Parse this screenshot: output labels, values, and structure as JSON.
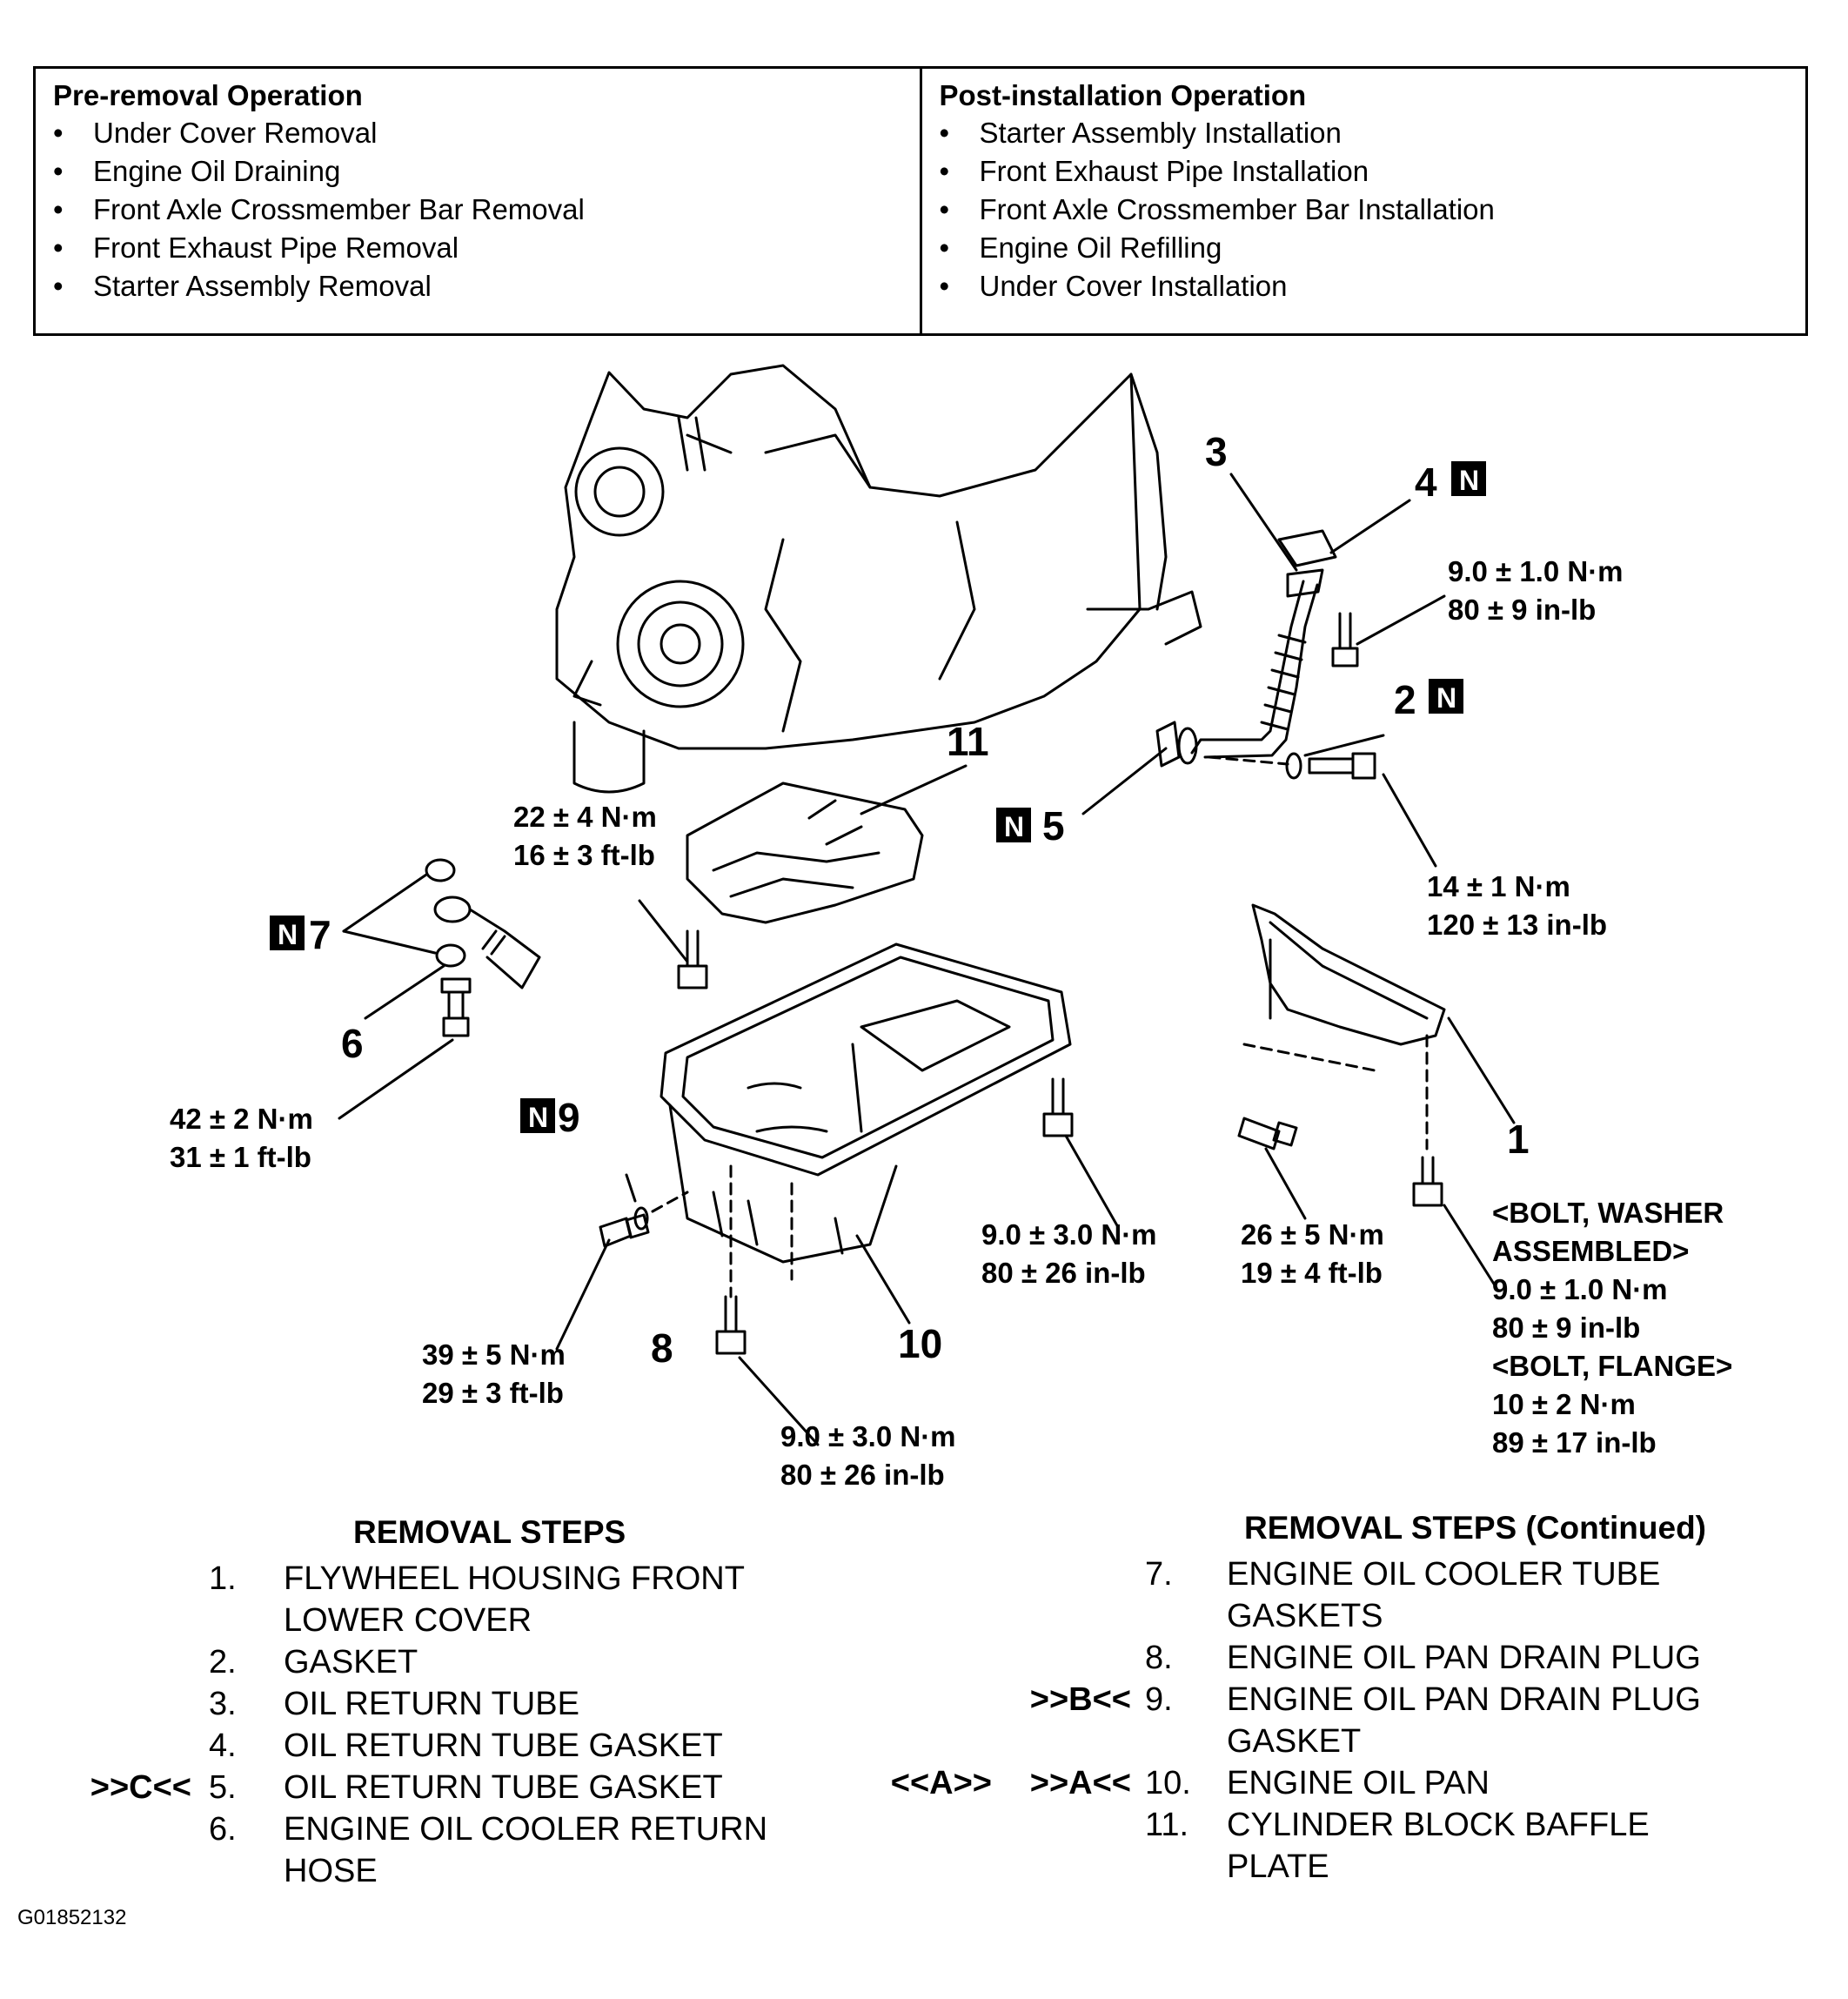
{
  "pre_removal": {
    "title": "Pre-removal Operation",
    "items": [
      "Under Cover Removal",
      "Engine Oil Draining",
      "Front Axle Crossmember Bar Removal",
      "Front Exhaust Pipe Removal",
      "Starter Assembly Removal"
    ]
  },
  "post_installation": {
    "title": "Post-installation Operation",
    "items": [
      "Starter Assembly Installation",
      "Front Exhaust Pipe Installation",
      "Front Axle Crossmember Bar Installation",
      "Engine Oil Refilling",
      "Under Cover Installation"
    ]
  },
  "callouts": {
    "c1": "1",
    "c2": "2",
    "c3": "3",
    "c4": "4",
    "c5": "5",
    "c6": "6",
    "c7": "7",
    "c8": "8",
    "c9": "9",
    "c10": "10",
    "c11": "11",
    "badge": "N"
  },
  "torque": {
    "t4a": "9.0 ± 1.0 N·m",
    "t4b": "80 ± 9 in-lb",
    "t2a": "14 ± 1 N·m",
    "t2b": "120 ± 13 in-lb",
    "t11a": "22 ± 4 N·m",
    "t11b": "16 ± 3 ft-lb",
    "t6a": "42 ± 2 N·m",
    "t6b": "31 ± 1 ft-lb",
    "t10a": "9.0 ± 3.0 N·m",
    "t10b": "80 ± 26 in-lb",
    "t10c": "9.0 ± 3.0 N·m",
    "t10d": "80 ± 26 in-lb",
    "t8a": "39 ± 5 N·m",
    "t8b": "29 ± 3 ft-lb",
    "t1a": "26 ± 5 N·m",
    "t1b": "19 ± 4 ft-lb",
    "t1c": "<BOLT, WASHER",
    "t1d": "ASSEMBLED>",
    "t1e": "9.0 ± 1.0 N·m",
    "t1f": "80 ± 9 in-lb",
    "t1g": "<BOLT, FLANGE>",
    "t1h": "10 ± 2 N·m",
    "t1i": "89 ± 17 in-lb"
  },
  "steps_left": {
    "title": "REMOVAL STEPS",
    "rows": [
      {
        "mark": "",
        "num": "1.",
        "text": "FLYWHEEL HOUSING FRONT"
      },
      {
        "mark": "",
        "num": "",
        "text": "LOWER COVER"
      },
      {
        "mark": "",
        "num": "2.",
        "text": "GASKET"
      },
      {
        "mark": "",
        "num": "3.",
        "text": "OIL RETURN TUBE"
      },
      {
        "mark": "",
        "num": "4.",
        "text": "OIL RETURN TUBE GASKET"
      },
      {
        "mark": ">>C<<",
        "num": "5.",
        "text": "OIL RETURN TUBE GASKET"
      },
      {
        "mark": "",
        "num": "6.",
        "text": "ENGINE OIL COOLER RETURN"
      },
      {
        "mark": "",
        "num": "",
        "text": "HOSE"
      }
    ]
  },
  "steps_right": {
    "title": "REMOVAL STEPS (Continued)",
    "rows": [
      {
        "mark2": "",
        "mark": "",
        "num": "7.",
        "text": "ENGINE OIL COOLER TUBE"
      },
      {
        "mark2": "",
        "mark": "",
        "num": "",
        "text": "GASKETS"
      },
      {
        "mark2": "",
        "mark": "",
        "num": "8.",
        "text": "ENGINE OIL PAN DRAIN PLUG"
      },
      {
        "mark2": "",
        "mark": ">>B<<",
        "num": "9.",
        "text": "ENGINE OIL PAN DRAIN PLUG"
      },
      {
        "mark2": "",
        "mark": "",
        "num": "",
        "text": "GASKET"
      },
      {
        "mark2": "<<A>>",
        "mark": ">>A<<",
        "num": "10.",
        "text": "ENGINE OIL PAN"
      },
      {
        "mark2": "",
        "mark": "",
        "num": "11.",
        "text": "CYLINDER BLOCK BAFFLE"
      },
      {
        "mark2": "",
        "mark": "",
        "num": "",
        "text": "PLATE"
      }
    ]
  },
  "figure_id": "G01852132"
}
